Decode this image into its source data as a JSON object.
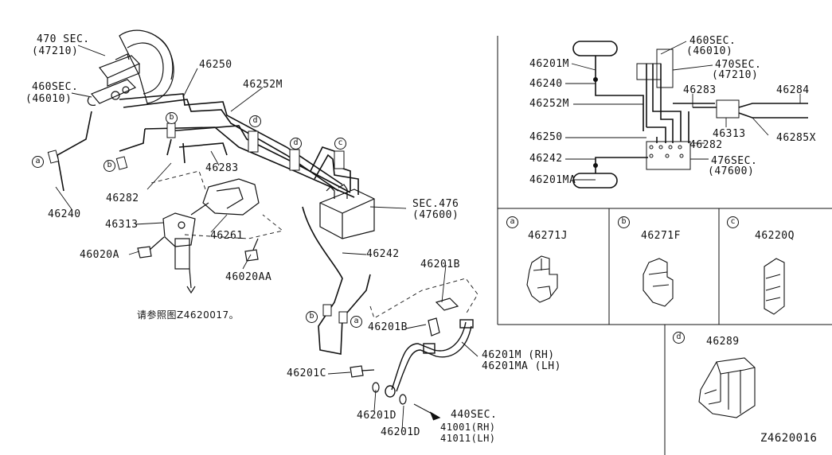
{
  "labels": {
    "sec470": "470 SEC.",
    "sec470_code": "(47210)",
    "sec460": "460SEC.",
    "sec460_code": "(46010)",
    "p46250": "46250",
    "p46252M": "46252M",
    "p46283": "46283",
    "p46282": "46282",
    "p46240": "46240",
    "p46313": "46313",
    "p46261": "46261",
    "p46020A": "46020A",
    "p46020AA": "46020AA",
    "sec476": "SEC.476",
    "sec476_code": "(47600)",
    "p46242": "46242",
    "p46201B_top": "46201B",
    "p46201B_mid": "46201B",
    "note_ref": "请参照图Z4620017。",
    "p46201C": "46201C",
    "p46201D_a": "46201D",
    "p46201D_b": "46201D",
    "p46201M_rh": "46201M (RH)",
    "p46201MA_lh": "46201MA (LH)",
    "sec440": "440SEC.",
    "sec440_a": "41001(RH)",
    "sec440_b": "41011(LH)",
    "diagram_id": "Z4620016"
  },
  "schematic": {
    "p46201M": "46201M",
    "p46240": "46240",
    "p46252M": "46252M",
    "p46250": "46250",
    "p46242": "46242",
    "p46201MA": "46201MA",
    "sec460": "460SEC.",
    "sec460_code": "(46010)",
    "sec470": "470SEC.",
    "sec470_code": "(47210)",
    "p46283": "46283",
    "p46284": "46284",
    "p46313": "46313",
    "p46285X": "46285X",
    "p46282": "46282",
    "sec476": "476SEC.",
    "sec476_code": "(47600)"
  },
  "details": {
    "a_letter": "a",
    "a_part": "46271J",
    "b_letter": "b",
    "b_part": "46271F",
    "c_letter": "c",
    "c_part": "46220Q",
    "d_letter": "d",
    "d_part": "46289"
  },
  "callouts": {
    "a": "a",
    "b": "b",
    "c": "c",
    "d": "d"
  }
}
